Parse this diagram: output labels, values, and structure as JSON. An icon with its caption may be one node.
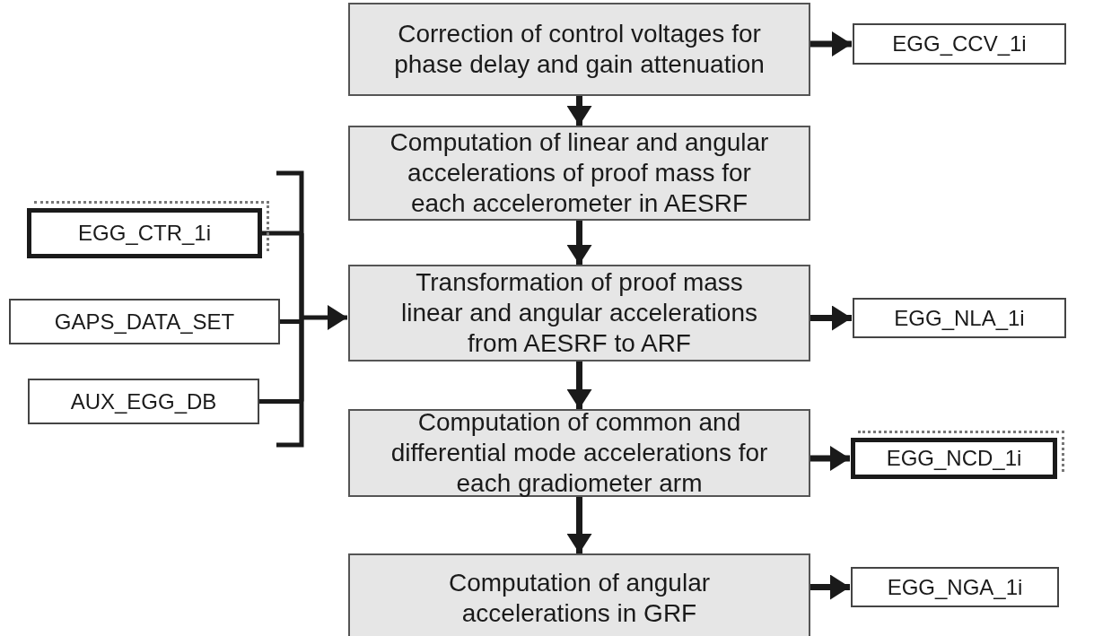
{
  "diagram": {
    "nodes": [
      {
        "text": [
          "Correction of control voltages for phase delay and gain attenuation"
        ]
      },
      {
        "text": [
          "Computation of linear and angular accelerations of proof mass for each accelerometer in AESRF"
        ]
      },
      {
        "text": [
          "Transformation of proof mass linear and angular accelerations from AESRF to ARF"
        ]
      },
      {
        "text": [
          "Computation of common and differential mode accelerations for each gradiometer arm"
        ]
      },
      {
        "text": [
          "Computation of angular accelerations in GRF"
        ]
      },
      {
        "text": [
          "EGG_CCV_1i"
        ]
      },
      {
        "text": [
          "EGG_NLA_1i"
        ]
      },
      {
        "text": [
          "EGG_NCD_1i"
        ]
      },
      {
        "text": [
          "EGG_NGA_1i"
        ]
      },
      {
        "text": [
          "EGG_CTR_1i"
        ]
      },
      {
        "text": [
          "GAPS_DATA_SET"
        ]
      },
      {
        "text": [
          "AUX_EGG_DB"
        ]
      }
    ],
    "edges": [
      {
        "from": 0,
        "to": 1,
        "arrow": "to"
      },
      {
        "from": 1,
        "to": 2,
        "arrow": "to"
      },
      {
        "from": 2,
        "to": 3,
        "arrow": "to"
      },
      {
        "from": 3,
        "to": 4,
        "arrow": "to"
      },
      {
        "from": 0,
        "to": 5,
        "arrow": "to"
      },
      {
        "from": 2,
        "to": 6,
        "arrow": "to"
      },
      {
        "from": 3,
        "to": 7,
        "arrow": "to"
      },
      {
        "from": 4,
        "to": 8,
        "arrow": "to"
      },
      {
        "from": 9,
        "to": 2,
        "arrow": "to"
      },
      {
        "from": 10,
        "to": 2,
        "arrow": "to"
      },
      {
        "from": 11,
        "to": 2,
        "arrow": "to"
      }
    ]
  }
}
